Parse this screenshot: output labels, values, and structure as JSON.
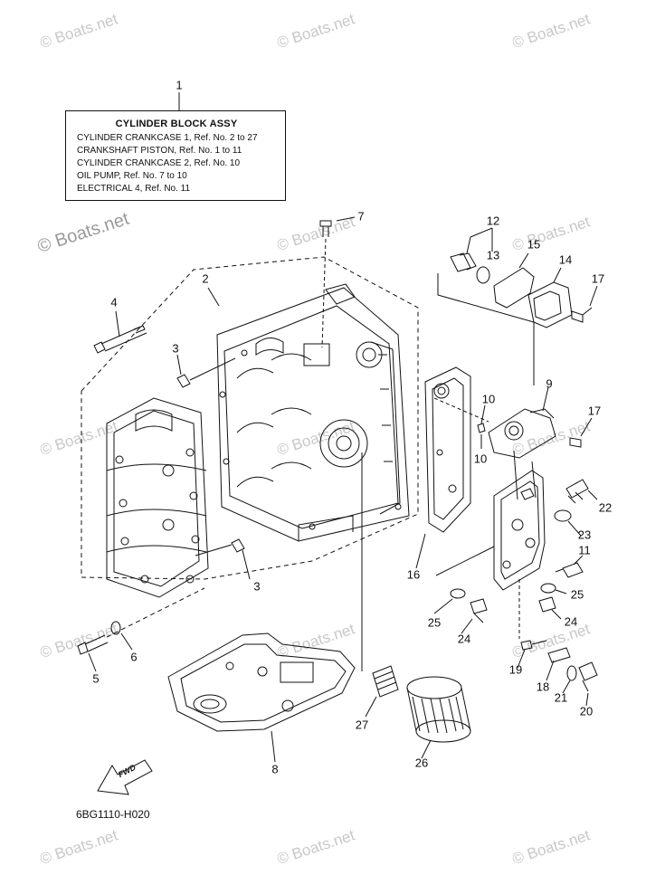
{
  "title_box": {
    "heading": "CYLINDER BLOCK ASSY",
    "lines": [
      "CYLINDER CRANKCASE 1,  Ref. No. 2 to 27",
      "CRANKSHAFT PISTON,  Ref. No. 1 to 11",
      "CYLINDER CRANKCASE 2,  Ref. No. 10",
      "OIL PUMP,  Ref. No. 7 to 10",
      "ELECTRICAL 4,  Ref. No. 11"
    ]
  },
  "callouts": {
    "c1": "1",
    "c2": "2",
    "c3a": "3",
    "c3b": "3",
    "c4": "4",
    "c5": "5",
    "c6": "6",
    "c7": "7",
    "c8": "8",
    "c9": "9",
    "c10a": "10",
    "c10b": "10",
    "c11": "11",
    "c12": "12",
    "c13": "13",
    "c14": "14",
    "c15": "15",
    "c16": "16",
    "c17a": "17",
    "c17b": "17",
    "c18": "18",
    "c19": "19",
    "c20": "20",
    "c21": "21",
    "c22": "22",
    "c23": "23",
    "c24a": "24",
    "c24b": "24",
    "c25a": "25",
    "c25b": "25",
    "c26": "26",
    "c27": "27"
  },
  "fwd_label": "FWD",
  "diagram_code": "6BG1110-H020",
  "watermark": {
    "text": "© Boats.net"
  }
}
